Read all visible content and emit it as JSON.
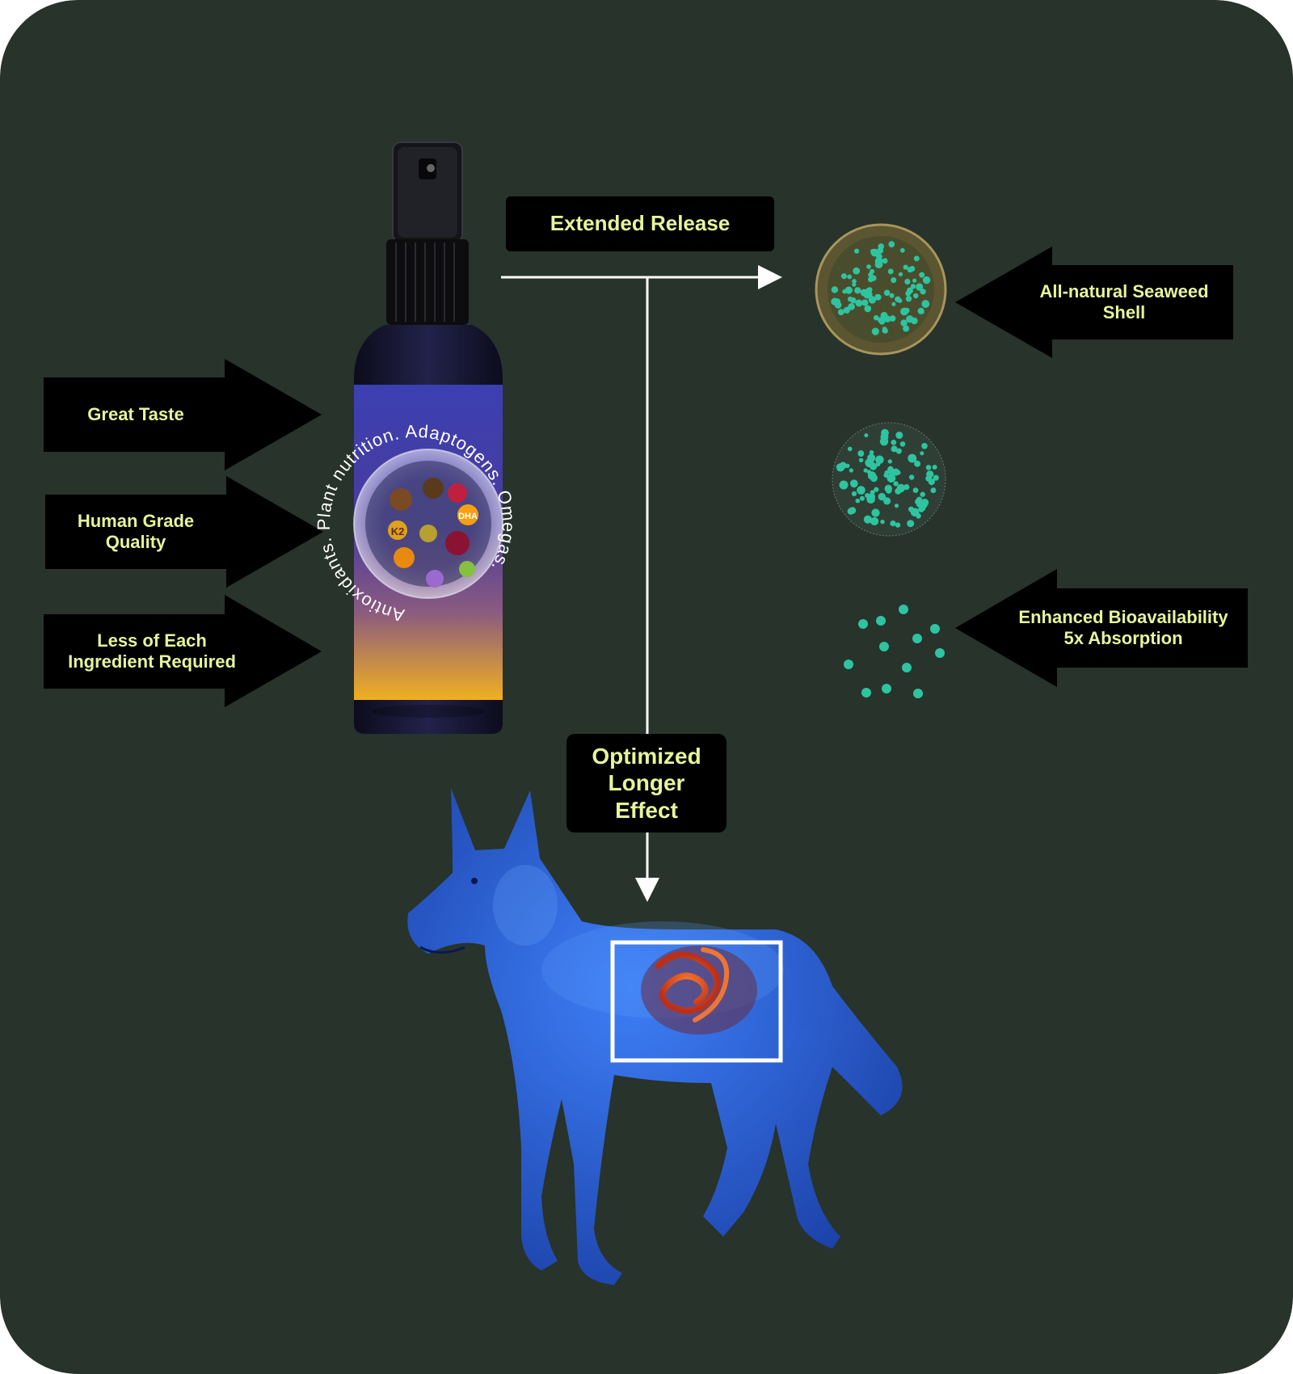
{
  "colors": {
    "background": "#27332b",
    "arrow_fill": "#000000",
    "label_text": "#e6f59a",
    "connector": "#ffffff",
    "particle": "#2ec4a0",
    "shell": "#8a7a45",
    "bottle_label_top": "#3a3ca8",
    "bottle_label_bottom": "#f0b020",
    "dog_body": "#2c64d6",
    "organ_highlight": "#ff6a2a"
  },
  "left_features": [
    {
      "lines": [
        "Great Taste"
      ]
    },
    {
      "lines": [
        "Human Grade",
        "Quality"
      ]
    },
    {
      "lines": [
        "Less of Each",
        "Ingredient Required"
      ]
    }
  ],
  "extended_release": {
    "label": "Extended Release"
  },
  "optimized_effect": {
    "lines": [
      "Optimized",
      "Longer",
      "Effect"
    ]
  },
  "right_callouts": [
    {
      "lines": [
        "All-natural Seaweed",
        "Shell"
      ]
    },
    {
      "lines": [
        "Enhanced Bioavailability",
        "5x Absorption"
      ]
    }
  ],
  "bottle": {
    "ring_text": "Antioxidants. Plant nutrition. Adaptogens. Omegas.",
    "badges": [
      "K2",
      "DHA"
    ]
  },
  "icons": {
    "bottle": "spray-bottle-icon",
    "shell": "seaweed-shell-capsule-icon",
    "core": "nutrient-core-icon",
    "particles": "released-particles-icon",
    "dog": "dog-anatomy-icon",
    "organ": "intestine-icon"
  }
}
